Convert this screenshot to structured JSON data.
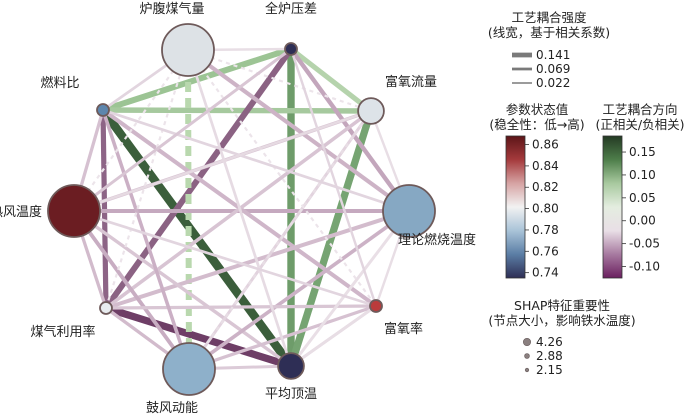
{
  "nodes": [
    {
      "id": "furnace_gas",
      "label": "炉腹煤气量",
      "color": "#dde2e6",
      "shap": 4.26
    },
    {
      "id": "total_pressure_diff",
      "label": "全炉压差",
      "color": "#2e2e55",
      "shap": 2.15
    },
    {
      "id": "oxygen_flow",
      "label": "富氧流量",
      "color": "#dde3e8",
      "shap": 2.88
    },
    {
      "id": "theo_flame_temp",
      "label": "理论燃烧温度",
      "color": "#86a8c3",
      "shap": 4.26
    },
    {
      "id": "oxygen_rate",
      "label": "富氧率",
      "color": "#bb3b3b",
      "shap": 2.15
    },
    {
      "id": "avg_top_temp",
      "label": "平均顶温",
      "color": "#2e2e55",
      "shap": 2.88
    },
    {
      "id": "blast_kinetic",
      "label": "鼓风动能",
      "color": "#8eb0ca",
      "shap": 4.26
    },
    {
      "id": "gas_util",
      "label": "煤气利用率",
      "color": "#e8ecef",
      "shap": 2.15
    },
    {
      "id": "hot_blast_temp",
      "label": "热风温度",
      "color": "#6b1d22",
      "shap": 4.26
    },
    {
      "id": "fuel_ratio",
      "label": "燃料比",
      "color": "#5d86ad",
      "shap": 2.15
    }
  ],
  "edges": [
    {
      "a": 5,
      "b": 9,
      "w": 0.141,
      "color": "#3b5e3b"
    },
    {
      "a": 1,
      "b": 5,
      "w": 0.12,
      "color": "#6e9c6a"
    },
    {
      "a": 2,
      "b": 5,
      "w": 0.118,
      "color": "#76a472"
    },
    {
      "a": 7,
      "b": 5,
      "w": 0.118,
      "color": "#6e3e66"
    },
    {
      "a": 9,
      "b": 1,
      "w": 0.095,
      "color": "#9cc494"
    },
    {
      "a": 9,
      "b": 2,
      "w": 0.085,
      "color": "#a6c99e"
    },
    {
      "a": 1,
      "b": 2,
      "w": 0.08,
      "color": "#b5d3ac"
    },
    {
      "a": 1,
      "b": 7,
      "w": 0.095,
      "color": "#8b6283"
    },
    {
      "a": 0,
      "b": 6,
      "w": 0.095,
      "color": "#b9d8ae",
      "dashed": true
    },
    {
      "a": 9,
      "b": 7,
      "w": 0.08,
      "color": "#8d6486"
    },
    {
      "a": 1,
      "b": 3,
      "w": 0.065,
      "color": "#c3a6bc"
    },
    {
      "a": 0,
      "b": 3,
      "w": 0.06,
      "color": "#cdb3c6"
    },
    {
      "a": 8,
      "b": 3,
      "w": 0.06,
      "color": "#c5a9bf"
    },
    {
      "a": 9,
      "b": 4,
      "w": 0.06,
      "color": "#cfb6c9"
    },
    {
      "a": 7,
      "b": 3,
      "w": 0.058,
      "color": "#d3bccd"
    },
    {
      "a": 8,
      "b": 2,
      "w": 0.05,
      "color": "#d8c4d3"
    },
    {
      "a": 7,
      "b": 2,
      "w": 0.05,
      "color": "#d8c4d3"
    },
    {
      "a": 8,
      "b": 6,
      "w": 0.055,
      "color": "#c8adc2"
    },
    {
      "a": 8,
      "b": 5,
      "w": 0.048,
      "color": "#d9c6d4"
    },
    {
      "a": 6,
      "b": 3,
      "w": 0.052,
      "color": "#ccb2c6"
    },
    {
      "a": 6,
      "b": 2,
      "w": 0.04,
      "color": "#e2d3de"
    },
    {
      "a": 6,
      "b": 4,
      "w": 0.045,
      "color": "#d6c1d1"
    },
    {
      "a": 7,
      "b": 4,
      "w": 0.045,
      "color": "#d9c6d4"
    },
    {
      "a": 5,
      "b": 4,
      "w": 0.04,
      "color": "#e6dae2"
    },
    {
      "a": 5,
      "b": 3,
      "w": 0.04,
      "color": "#e9dfe6"
    },
    {
      "a": 0,
      "b": 5,
      "w": 0.035,
      "color": "#e6dbe3"
    },
    {
      "a": 9,
      "b": 6,
      "w": 0.05,
      "color": "#cbb0c5"
    },
    {
      "a": 9,
      "b": 8,
      "w": 0.045,
      "color": "#d6c1d1"
    },
    {
      "a": 8,
      "b": 7,
      "w": 0.045,
      "color": "#d2bbcc"
    },
    {
      "a": 7,
      "b": 6,
      "w": 0.045,
      "color": "#d2bbcc"
    },
    {
      "a": 6,
      "b": 5,
      "w": 0.04,
      "color": "#dccbd8"
    },
    {
      "a": 9,
      "b": 0,
      "w": 0.035,
      "color": "#e2d5df"
    },
    {
      "a": 0,
      "b": 1,
      "w": 0.03,
      "color": "#e8dee5"
    },
    {
      "a": 2,
      "b": 3,
      "w": 0.03,
      "color": "#e8dee5"
    },
    {
      "a": 3,
      "b": 4,
      "w": 0.03,
      "color": "#e8dee5"
    },
    {
      "a": 4,
      "b": 5,
      "w": 0.03,
      "color": "#e8dee5"
    },
    {
      "a": 8,
      "b": 0,
      "w": 0.025,
      "color": "#ece4ea",
      "dashed": true
    },
    {
      "a": 0,
      "b": 2,
      "w": 0.025,
      "color": "#ece4ea",
      "dashed": true
    },
    {
      "a": 1,
      "b": 4,
      "w": 0.03,
      "color": "#e2d5df"
    },
    {
      "a": 2,
      "b": 6,
      "w": 0.025,
      "color": "#e8dee5",
      "dashed": true
    },
    {
      "a": 0,
      "b": 4,
      "w": 0.025,
      "color": "#ece4ea",
      "dashed": true
    },
    {
      "a": 7,
      "b": 0,
      "w": 0.025,
      "color": "#ece4ea",
      "dashed": true
    },
    {
      "a": 9,
      "b": 3,
      "w": 0.035,
      "color": "#e2d5df"
    },
    {
      "a": 8,
      "b": 4,
      "w": 0.035,
      "color": "#e2d5df"
    },
    {
      "a": 1,
      "b": 8,
      "w": 0.04,
      "color": "#d9c6d4"
    },
    {
      "a": 2,
      "b": 8,
      "w": 0.03,
      "color": "#e6dae2"
    }
  ],
  "legend_strength": {
    "title": "工艺耦合强度\n(线宽，基于相关系数)",
    "items": [
      "0.141",
      "0.069",
      "0.022"
    ],
    "values": [
      0.141,
      0.069,
      0.022
    ]
  },
  "legend_state": {
    "title": "参数状态值\n(稳全性：低→高)",
    "ticks": [
      "0.86",
      "0.84",
      "0.82",
      "0.80",
      "0.78",
      "0.76",
      "0.74"
    ],
    "range": [
      0.735,
      0.868
    ],
    "colors": [
      "#2e2e55",
      "#5b7ea5",
      "#a9c3d8",
      "#f2f2f2",
      "#d6a3a3",
      "#a53a3c",
      "#5c1518"
    ]
  },
  "legend_direction": {
    "title": "工艺耦合方向\n(正相关/负相关)",
    "ticks": [
      "0.15",
      "0.10",
      "0.05",
      "0.00",
      "-0.05",
      "-0.10"
    ],
    "range": [
      -0.125,
      0.185
    ],
    "colors": [
      "#6a1f5f",
      "#a77aa0",
      "#e9dfe6",
      "#e4ede0",
      "#a8c99f",
      "#4e7e4a",
      "#243a24"
    ]
  },
  "legend_shap": {
    "title": "SHAP特征重要性\n(节点大小，影响铁水温度)",
    "items": [
      "4.26",
      "2.88",
      "2.15"
    ],
    "values": [
      4.26,
      2.88,
      2.15
    ]
  }
}
